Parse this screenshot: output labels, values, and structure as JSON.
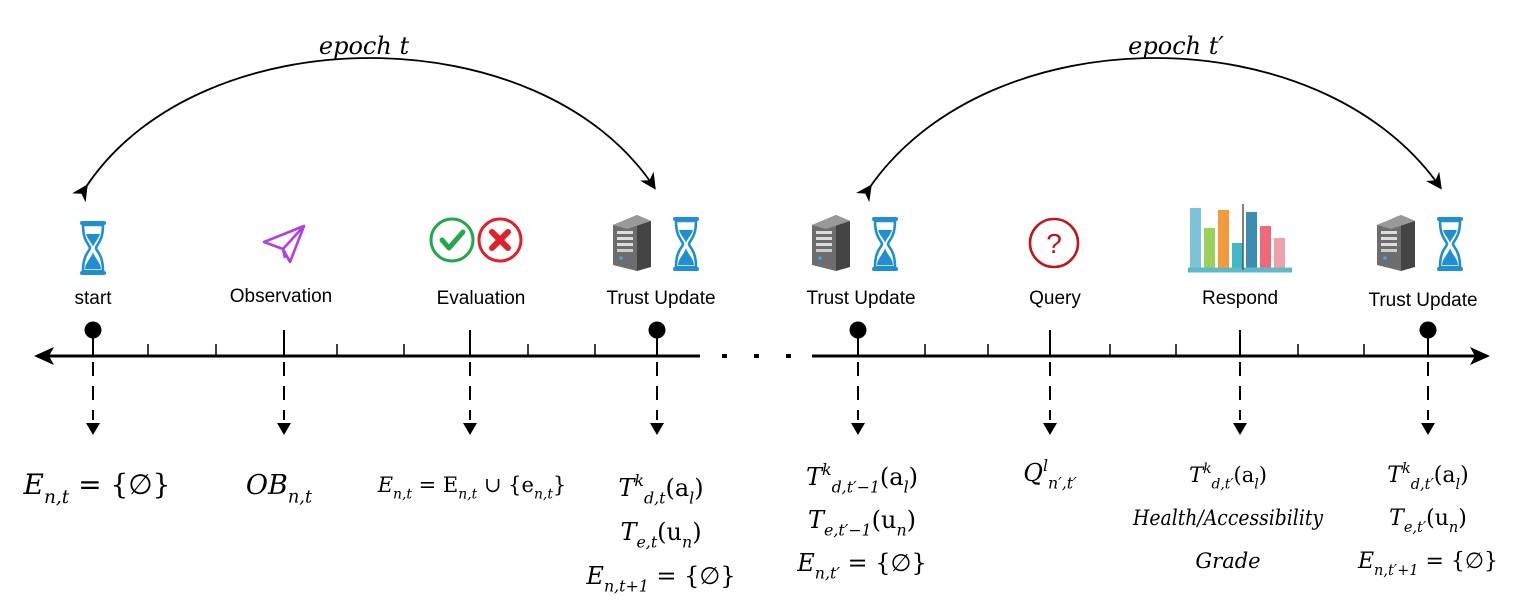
{
  "epochs": [
    {
      "label": "epoch t"
    },
    {
      "label": "epoch t′"
    }
  ],
  "stages": [
    {
      "label": "start",
      "icons": [
        "hourglass-icon"
      ],
      "formula": [
        "E_{n,t} = {∅}"
      ]
    },
    {
      "label": "Observation",
      "icons": [
        "paper-plane-icon"
      ],
      "formula": [
        "OB_{n,t}"
      ]
    },
    {
      "label": "Evaluation",
      "icons": [
        "check-circle-icon",
        "cross-circle-icon"
      ],
      "formula": [
        "E_{n,t} = E_{n,t} ∪ {e_{n,t}}"
      ]
    },
    {
      "label": "Trust Update",
      "icons": [
        "server-icon",
        "hourglass-icon"
      ],
      "formula": [
        "T^k_{d,t}(a_l)",
        "T_{e,t}(u_n)",
        "E_{n,t+1} = {∅}"
      ]
    },
    {
      "label": "Trust Update",
      "icons": [
        "server-icon",
        "hourglass-icon"
      ],
      "formula": [
        "T^k_{d,t′−1}(a_l)",
        "T_{e,t′−1}(u_n)",
        "E_{n,t′} = {∅}"
      ]
    },
    {
      "label": "Query",
      "icons": [
        "question-circle-icon"
      ],
      "formula": [
        "Q^l_{n′,t′}"
      ]
    },
    {
      "label": "Respond",
      "icons": [
        "bar-chart-icon"
      ],
      "formula": [
        "T^k_{d,t′}(a_l)",
        "Health/Accessibility",
        "Grade"
      ]
    },
    {
      "label": "Trust Update",
      "icons": [
        "server-icon",
        "hourglass-icon"
      ],
      "formula": [
        "T^k_{d,t′}(a_l)",
        "T_{e,t′}(u_n)",
        "E_{n,t′+1} = {∅}"
      ]
    }
  ],
  "colors": {
    "hourglass": "#1f8fd1",
    "plane": "#b040e0",
    "check": "#22a84a",
    "cross": "#e0202a",
    "question": "#c0141c",
    "server": "#777777"
  }
}
